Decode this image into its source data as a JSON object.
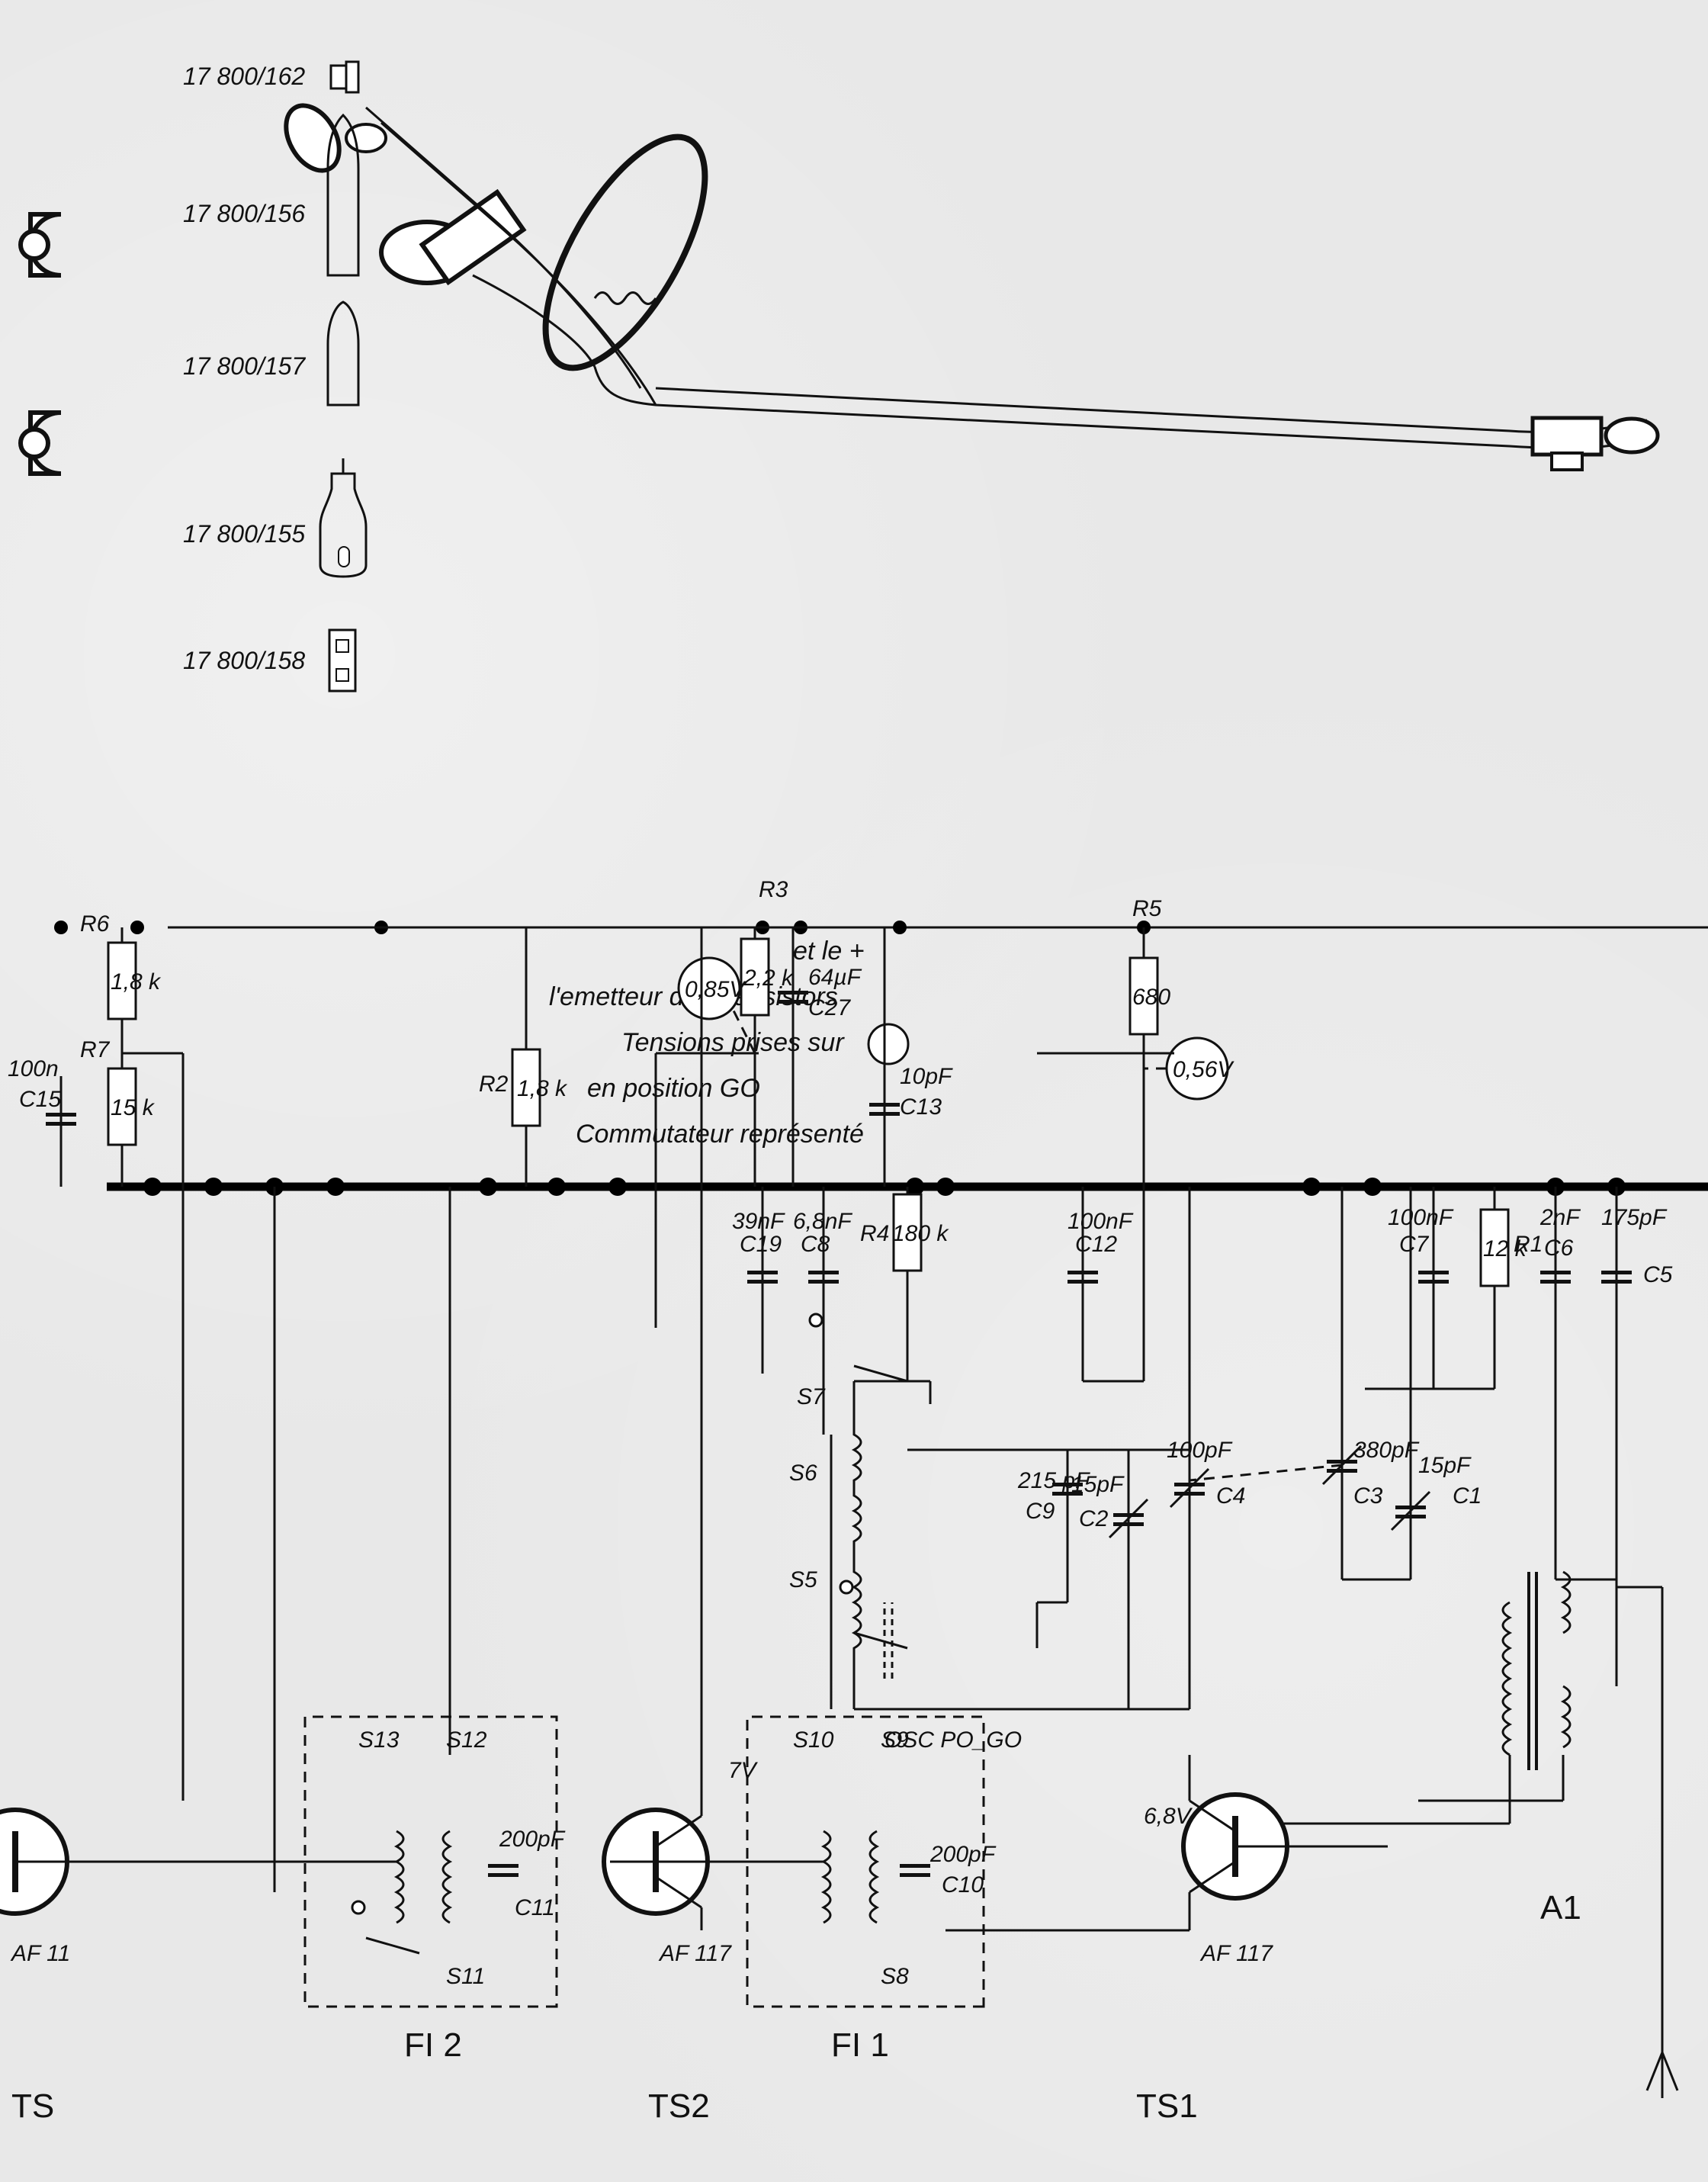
{
  "stage_labels": [
    {
      "key": "ts1",
      "text": "TS1"
    },
    {
      "key": "ts2",
      "text": "TS2"
    },
    {
      "key": "ts3",
      "text": "TS"
    },
    {
      "key": "fi1",
      "text": "FI 1"
    },
    {
      "key": "fi2",
      "text": "FI 2"
    },
    {
      "key": "a1",
      "text": "A1"
    },
    {
      "key": "osc",
      "text": "OSC PO_GO"
    }
  ],
  "transistors": [
    {
      "key": "q1",
      "type": "AF 117",
      "voltage": "6,8V"
    },
    {
      "key": "q2",
      "type": "AF 117",
      "voltage": "7V"
    },
    {
      "key": "q3",
      "type": "AF 11"
    }
  ],
  "resistors": [
    {
      "key": "r1",
      "name": "R1",
      "value": "12 k"
    },
    {
      "key": "r2",
      "name": "R2",
      "value": "1,8 k"
    },
    {
      "key": "r3",
      "name": "R3",
      "value": "2,2 k"
    },
    {
      "key": "r4",
      "name": "R4",
      "value": "180 k"
    },
    {
      "key": "r5",
      "name": "R5",
      "value": "680"
    },
    {
      "key": "r6",
      "name": "R6",
      "value": "1,8 k"
    },
    {
      "key": "r7",
      "name": "R7",
      "value": "15 k"
    }
  ],
  "capacitors": [
    {
      "key": "c1",
      "name": "C1",
      "value": "15pF"
    },
    {
      "key": "c2",
      "name": "C2",
      "value": "15pF"
    },
    {
      "key": "c3",
      "name": "C3",
      "value": "380pF"
    },
    {
      "key": "c4",
      "name": "C4",
      "value": "100pF"
    },
    {
      "key": "c5",
      "name": "C5",
      "value": "175pF"
    },
    {
      "key": "c6",
      "name": "C6",
      "value": "2nF"
    },
    {
      "key": "c7",
      "name": "C7",
      "value": "100nF"
    },
    {
      "key": "c8",
      "name": "C8",
      "value": "6,8nF"
    },
    {
      "key": "c9",
      "name": "C9",
      "value": "215 pF"
    },
    {
      "key": "c10",
      "name": "C10",
      "value": "200pF"
    },
    {
      "key": "c11",
      "name": "C11",
      "value": "200pF"
    },
    {
      "key": "c12",
      "name": "C12",
      "value": "100nF"
    },
    {
      "key": "c13",
      "name": "C13",
      "value": "10pF"
    },
    {
      "key": "c15",
      "name": "C15",
      "value": "100n"
    },
    {
      "key": "c19",
      "name": "C19",
      "value": "39nF"
    },
    {
      "key": "c27",
      "name": "C27",
      "value": "64µF"
    }
  ],
  "windings": [
    "S5",
    "S6",
    "S7",
    "S8",
    "S9",
    "S10",
    "S11",
    "S12",
    "S13"
  ],
  "voltages": [
    "0,85V",
    "0,56V"
  ],
  "legend": {
    "line1": "Commutateur représenté",
    "line2": "en position GO",
    "line3": "Tensions prises sur",
    "line4": "l'emetteur des transistors",
    "line5": "et le +"
  },
  "parts": [
    {
      "key": "p158",
      "ref": "17 800/158"
    },
    {
      "key": "p155",
      "ref": "17 800/155"
    },
    {
      "key": "p157",
      "ref": "17 800/157"
    },
    {
      "key": "p156",
      "ref": "17 800/156"
    },
    {
      "key": "p162",
      "ref": "17 800/162"
    }
  ]
}
